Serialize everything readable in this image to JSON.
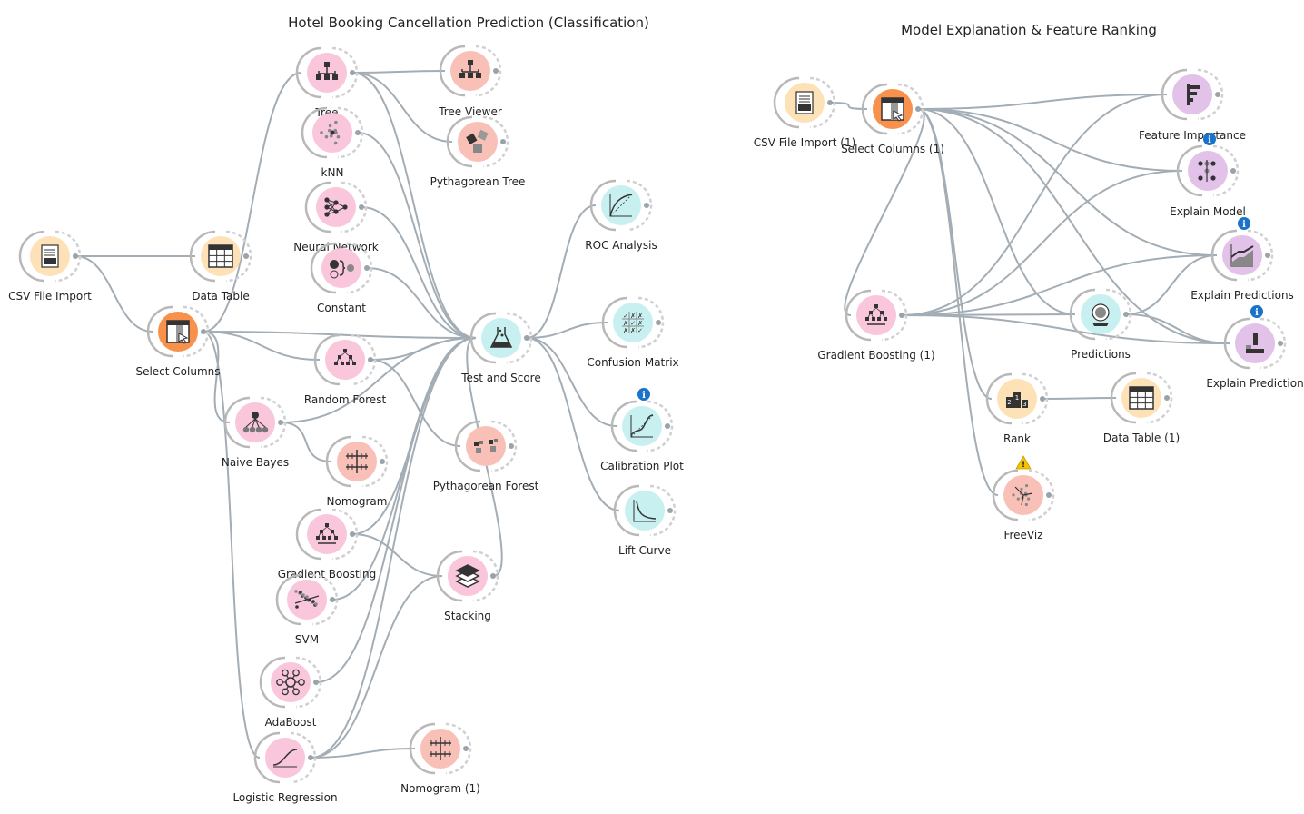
{
  "titles": {
    "left": "Hotel Booking Cancellation Prediction (Classification)",
    "right": "Model Explanation & Feature Ranking"
  },
  "colors": {
    "data": "#fde2b8",
    "data_dark": "#f4b96a",
    "select": "#f7914b",
    "model": "#f9c6dc",
    "viz": "#f9c0b8",
    "eval": "#c9f0f1",
    "explain": "#e3c2ea",
    "link": "#a3adb5",
    "info_badge": "#1a73c9",
    "warning_badge": "#f5c400"
  },
  "nodes": [
    {
      "id": "csv",
      "label": "CSV File Import",
      "cat": "data",
      "icon": "csv-icon"
    },
    {
      "id": "datatable",
      "label": "Data Table",
      "cat": "data",
      "icon": "table-icon"
    },
    {
      "id": "selcols",
      "label": "Select Columns",
      "cat": "select",
      "icon": "select-columns-icon"
    },
    {
      "id": "tree",
      "label": "Tree",
      "cat": "model",
      "icon": "tree-icon"
    },
    {
      "id": "knn",
      "label": "kNN",
      "cat": "model",
      "icon": "knn-icon"
    },
    {
      "id": "nn",
      "label": "Neural Network",
      "cat": "model",
      "icon": "neural-network-icon"
    },
    {
      "id": "constant",
      "label": "Constant",
      "cat": "model",
      "icon": "constant-icon"
    },
    {
      "id": "rf",
      "label": "Random Forest",
      "cat": "model",
      "icon": "random-forest-icon"
    },
    {
      "id": "nb",
      "label": "Naive Bayes",
      "cat": "model",
      "icon": "naive-bayes-icon"
    },
    {
      "id": "nomogram",
      "label": "Nomogram",
      "cat": "viz",
      "icon": "nomogram-icon"
    },
    {
      "id": "gb",
      "label": "Gradient Boosting",
      "cat": "model",
      "icon": "gradient-boosting-icon"
    },
    {
      "id": "svm",
      "label": "SVM",
      "cat": "model",
      "icon": "svm-icon"
    },
    {
      "id": "adaboost",
      "label": "AdaBoost",
      "cat": "model",
      "icon": "adaboost-icon"
    },
    {
      "id": "logreg",
      "label": "Logistic Regression",
      "cat": "model",
      "icon": "logistic-regression-icon"
    },
    {
      "id": "nomogram1",
      "label": "Nomogram (1)",
      "cat": "viz",
      "icon": "nomogram-icon"
    },
    {
      "id": "treeviewer",
      "label": "Tree Viewer",
      "cat": "viz",
      "icon": "tree-viewer-icon"
    },
    {
      "id": "pytree",
      "label": "Pythagorean Tree",
      "cat": "viz",
      "icon": "pythagorean-tree-icon"
    },
    {
      "id": "tas",
      "label": "Test and Score",
      "cat": "eval",
      "icon": "test-and-score-icon"
    },
    {
      "id": "pyforest",
      "label": "Pythagorean Forest",
      "cat": "viz",
      "icon": "pythagorean-forest-icon"
    },
    {
      "id": "stacking",
      "label": "Stacking",
      "cat": "model",
      "icon": "stacking-icon"
    },
    {
      "id": "roc",
      "label": "ROC Analysis",
      "cat": "eval",
      "icon": "roc-icon"
    },
    {
      "id": "confusion",
      "label": "Confusion Matrix",
      "cat": "eval",
      "icon": "confusion-matrix-icon"
    },
    {
      "id": "calib",
      "label": "Calibration Plot",
      "cat": "eval",
      "icon": "calibration-plot-icon",
      "badge": "info"
    },
    {
      "id": "lift",
      "label": "Lift Curve",
      "cat": "eval",
      "icon": "lift-curve-icon"
    },
    {
      "id": "csv1",
      "label": "CSV File Import (1)",
      "cat": "data",
      "icon": "csv-icon"
    },
    {
      "id": "selcols1",
      "label": "Select Columns (1)",
      "cat": "select",
      "icon": "select-columns-icon"
    },
    {
      "id": "featimp",
      "label": "Feature Importance",
      "cat": "explain",
      "icon": "feature-importance-icon"
    },
    {
      "id": "explainmodel",
      "label": "Explain Model",
      "cat": "explain",
      "icon": "explain-model-icon",
      "badge": "info"
    },
    {
      "id": "explainpreds",
      "label": "Explain Predictions",
      "cat": "explain",
      "icon": "explain-predictions-icon",
      "badge": "info"
    },
    {
      "id": "explainpred",
      "label": "Explain Prediction",
      "cat": "explain",
      "icon": "explain-prediction-icon",
      "badge": "info"
    },
    {
      "id": "gb1",
      "label": "Gradient Boosting (1)",
      "cat": "model",
      "icon": "gradient-boosting-icon"
    },
    {
      "id": "predictions",
      "label": "Predictions",
      "cat": "eval",
      "icon": "predictions-icon"
    },
    {
      "id": "rank",
      "label": "Rank",
      "cat": "data",
      "icon": "rank-icon"
    },
    {
      "id": "datatable1",
      "label": "Data Table (1)",
      "cat": "data",
      "icon": "table-icon"
    },
    {
      "id": "freeviz",
      "label": "FreeViz",
      "cat": "viz",
      "icon": "freeviz-icon",
      "badge": "warning"
    }
  ],
  "links": [
    [
      "csv",
      "datatable"
    ],
    [
      "csv",
      "selcols"
    ],
    [
      "selcols",
      "tree"
    ],
    [
      "selcols",
      "rf"
    ],
    [
      "selcols",
      "nb"
    ],
    [
      "selcols",
      "tas"
    ],
    [
      "selcols",
      "logreg"
    ],
    [
      "tree",
      "treeviewer"
    ],
    [
      "tree",
      "pytree"
    ],
    [
      "tree",
      "tas"
    ],
    [
      "knn",
      "tas"
    ],
    [
      "nn",
      "tas"
    ],
    [
      "constant",
      "tas"
    ],
    [
      "rf",
      "tas"
    ],
    [
      "rf",
      "pyforest"
    ],
    [
      "nb",
      "nomogram"
    ],
    [
      "nb",
      "tas"
    ],
    [
      "gb",
      "tas"
    ],
    [
      "gb",
      "stacking"
    ],
    [
      "svm",
      "tas"
    ],
    [
      "adaboost",
      "tas"
    ],
    [
      "logreg",
      "tas"
    ],
    [
      "logreg",
      "nomogram1"
    ],
    [
      "logreg",
      "stacking"
    ],
    [
      "stacking",
      "tas"
    ],
    [
      "tas",
      "roc"
    ],
    [
      "tas",
      "confusion"
    ],
    [
      "tas",
      "calib"
    ],
    [
      "tas",
      "lift"
    ],
    [
      "csv1",
      "selcols1"
    ],
    [
      "selcols1",
      "featimp"
    ],
    [
      "selcols1",
      "explainmodel"
    ],
    [
      "selcols1",
      "explainpreds"
    ],
    [
      "selcols1",
      "explainpred"
    ],
    [
      "selcols1",
      "gb1"
    ],
    [
      "selcols1",
      "predictions"
    ],
    [
      "selcols1",
      "rank"
    ],
    [
      "selcols1",
      "freeviz"
    ],
    [
      "gb1",
      "featimp"
    ],
    [
      "gb1",
      "explainmodel"
    ],
    [
      "gb1",
      "explainpreds"
    ],
    [
      "gb1",
      "explainpred"
    ],
    [
      "gb1",
      "predictions"
    ],
    [
      "predictions",
      "explainpreds"
    ],
    [
      "predictions",
      "explainpred"
    ],
    [
      "rank",
      "datatable1"
    ]
  ]
}
